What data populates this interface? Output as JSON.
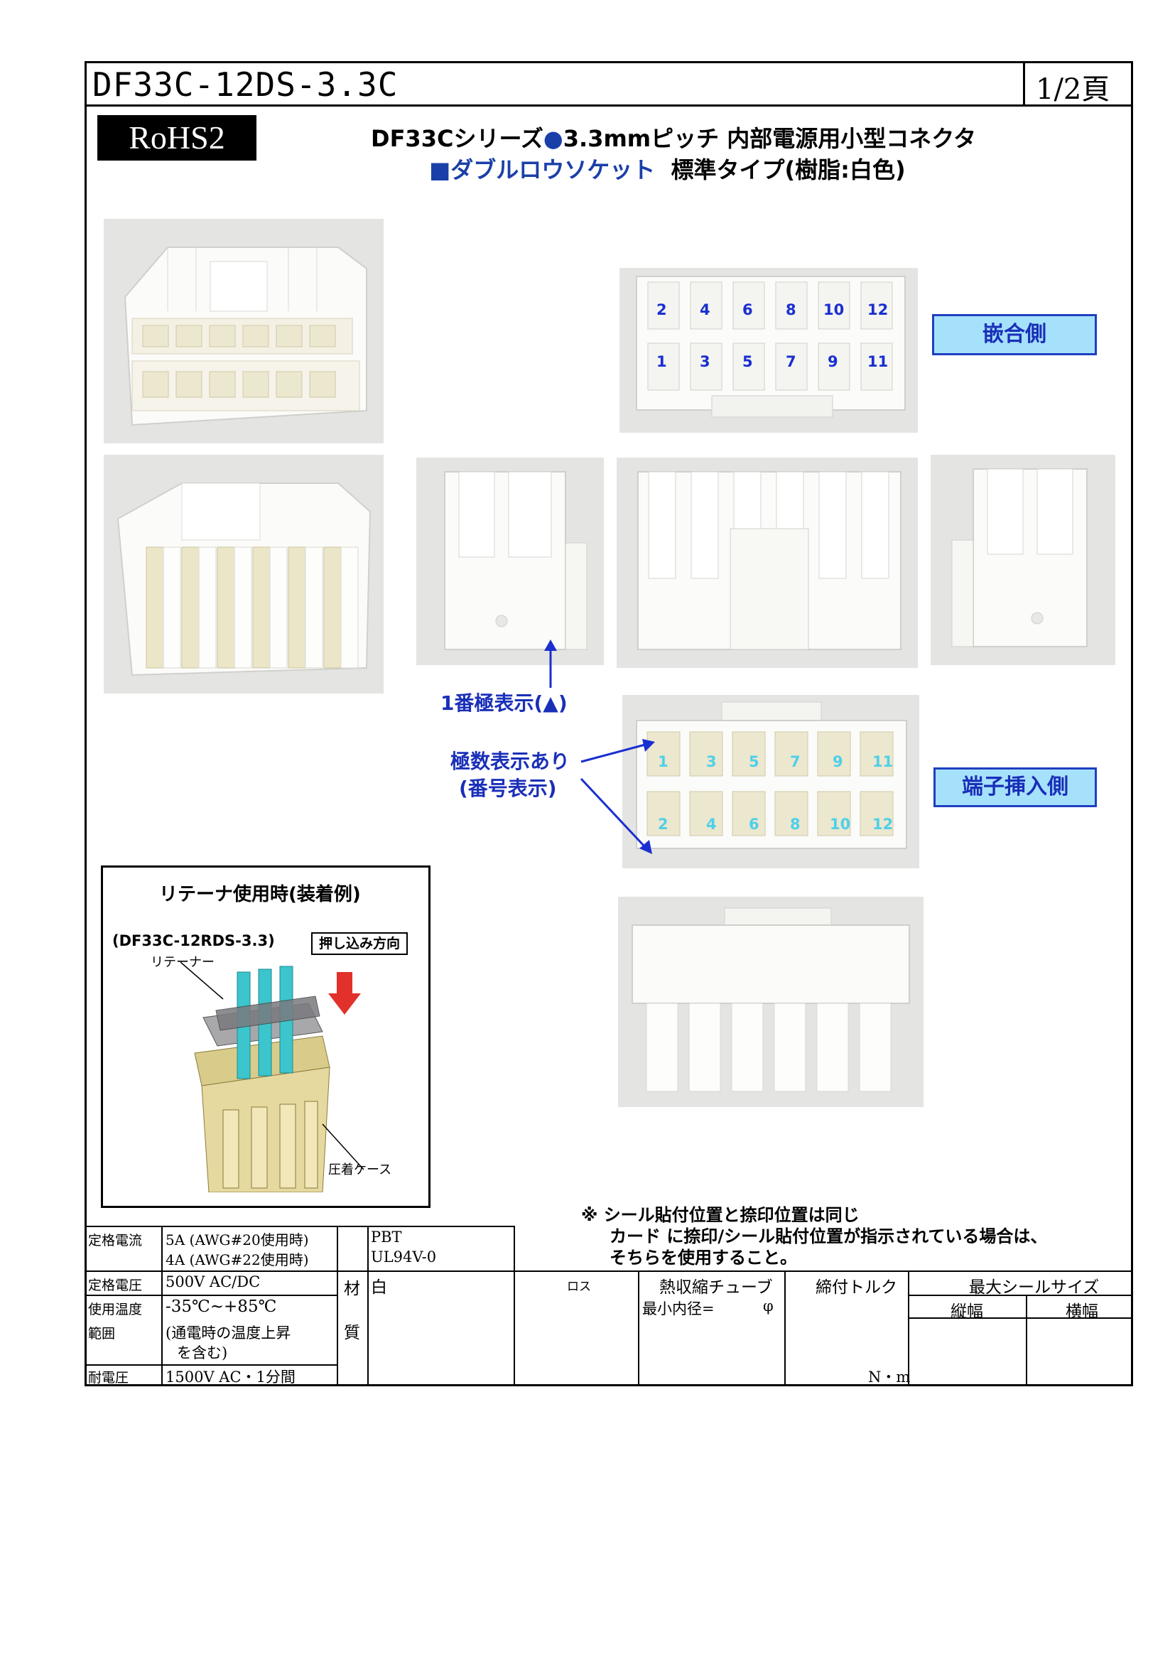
{
  "header": {
    "part_number": "DF33C-12DS-3.3C",
    "page": "1/2頁",
    "rohs": "RoHS2",
    "title_line1_a": "DF33Cシリーズ",
    "title_line1_b": "3.3mmピッチ 内部電源用小型コネクタ",
    "title_line2_a": "■ダブルロウソケット",
    "title_line2_b": "標準タイプ(樹脂:白色)"
  },
  "labels": {
    "mating_side": "嵌合側",
    "terminal_side": "端子挿入側",
    "pin1_mark": "1番極表示(▲)",
    "pin_count_1": "極数表示あり",
    "pin_count_2": "(番号表示)"
  },
  "mating_pins_top": [
    "2",
    "4",
    "6",
    "8",
    "10",
    "12"
  ],
  "mating_pins_bottom": [
    "1",
    "3",
    "5",
    "7",
    "9",
    "11"
  ],
  "terminal_pins_top": [
    "1",
    "3",
    "5",
    "7",
    "9",
    "11"
  ],
  "terminal_pins_bottom": [
    "2",
    "4",
    "6",
    "8",
    "10",
    "12"
  ],
  "retainer": {
    "heading": "リテーナ使用時(装着例)",
    "part": "(DF33C-12RDS-3.3)",
    "retainer_label": "リテーナー",
    "push_direction": "押し込み方向",
    "crimp_case": "圧着ケース"
  },
  "notes": {
    "line1": "※ シール貼付位置と捺印位置は同じ",
    "line2": "カード に捺印/シール貼付位置が指示されている場合は、",
    "line3": "そちらを使用すること。"
  },
  "specs": {
    "rated_current_label": "定格電流",
    "rated_current_1": "5A (AWG#20使用時)",
    "rated_current_2": "4A (AWG#22使用時)",
    "rated_voltage_label": "定格電圧",
    "rated_voltage": "500V AC/DC",
    "temp_label_1": "使用温度",
    "temp_label_2": "範囲",
    "temp_1": "-35℃~+85℃",
    "temp_2": "(通電時の温度上昇",
    "temp_3": "を含む)",
    "withstand_label": "耐電圧",
    "withstand": "1500V AC・1分間",
    "material_label_1": "材",
    "material_label_2": "質",
    "material_1": "PBT",
    "material_2": "UL94V-0",
    "material_3": "白",
    "lot_label": "ロス",
    "tube_label": "熱収縮チューブ",
    "tube_min": "最小内径=",
    "tube_phi": "φ",
    "torque_label": "締付トルク",
    "torque_unit": "N・m",
    "seal_label": "最大シールサイズ",
    "seal_v": "縦幅",
    "seal_h": "横幅"
  }
}
